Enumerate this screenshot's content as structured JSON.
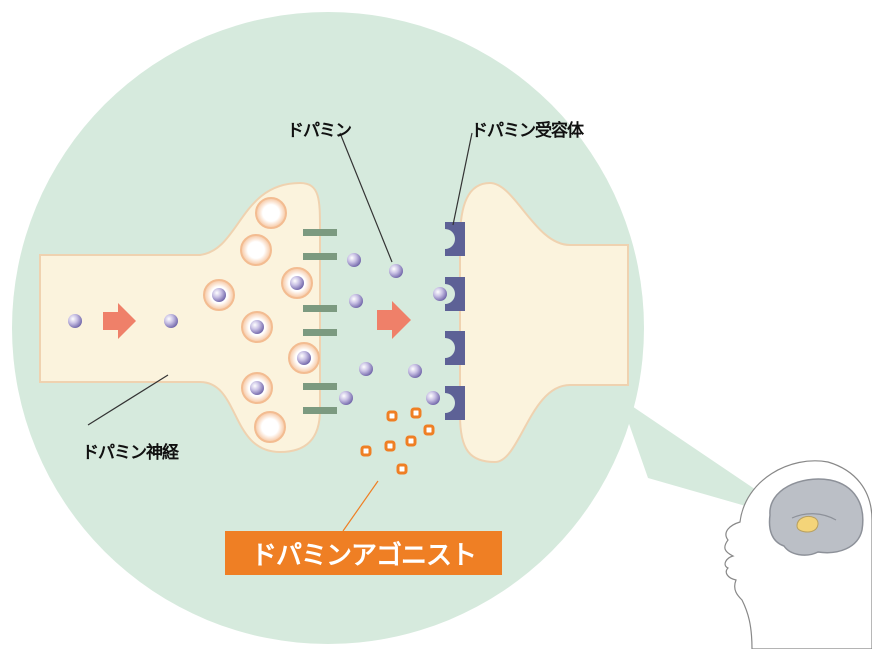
{
  "labels": {
    "dopamine": "ドパミン",
    "receptor": "ドパミン受容体",
    "neuron": "ドパミン神経",
    "agonist": "ドパミンアゴニスト"
  },
  "colors": {
    "circle_bg": "#d6eadd",
    "neuron_fill": "#fbf3dd",
    "neuron_stroke": "#efd2b0",
    "vesicle_ring": "#f6c6a0",
    "transporter": "#7c9a80",
    "receptor": "#5d6196",
    "arrow": "#ef8069",
    "agonist": "#ef7f24",
    "dopamine": "#8e84bf"
  }
}
